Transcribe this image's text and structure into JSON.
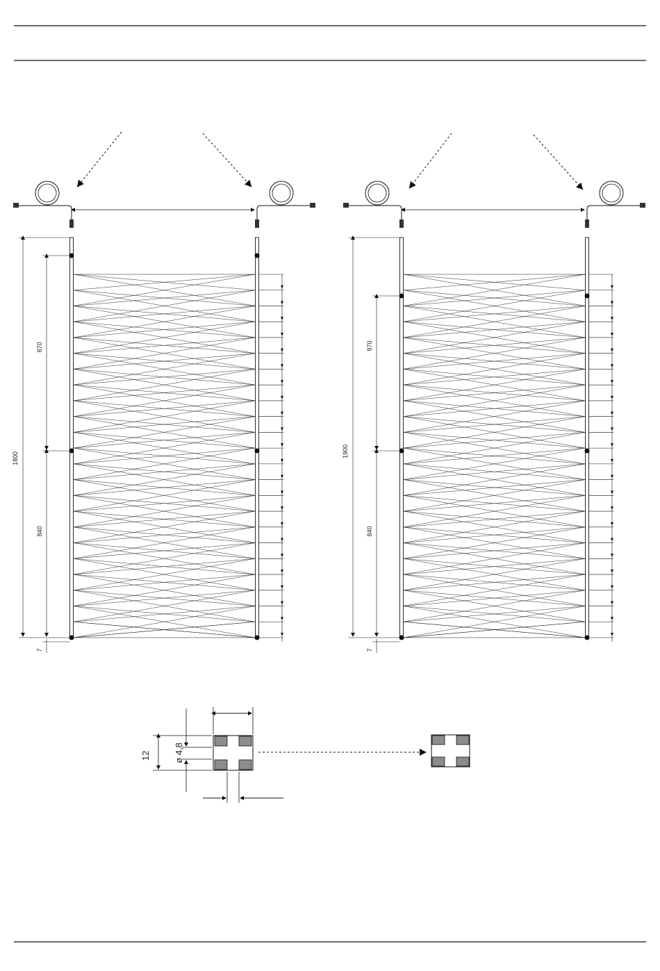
{
  "panels": [
    {
      "id": "left",
      "dim_total": "1800",
      "dim_upper": "870",
      "dim_lower": "840",
      "dim_bottom": "7"
    },
    {
      "id": "right",
      "dim_total": "1900",
      "dim_upper": "870",
      "dim_lower": "840",
      "dim_bottom": "7"
    }
  ],
  "detail": {
    "dim_height": "12",
    "dim_diameter": "ø 4,8"
  },
  "colors": {
    "line": "#111111",
    "detail_fill": "#8c8c8c"
  }
}
